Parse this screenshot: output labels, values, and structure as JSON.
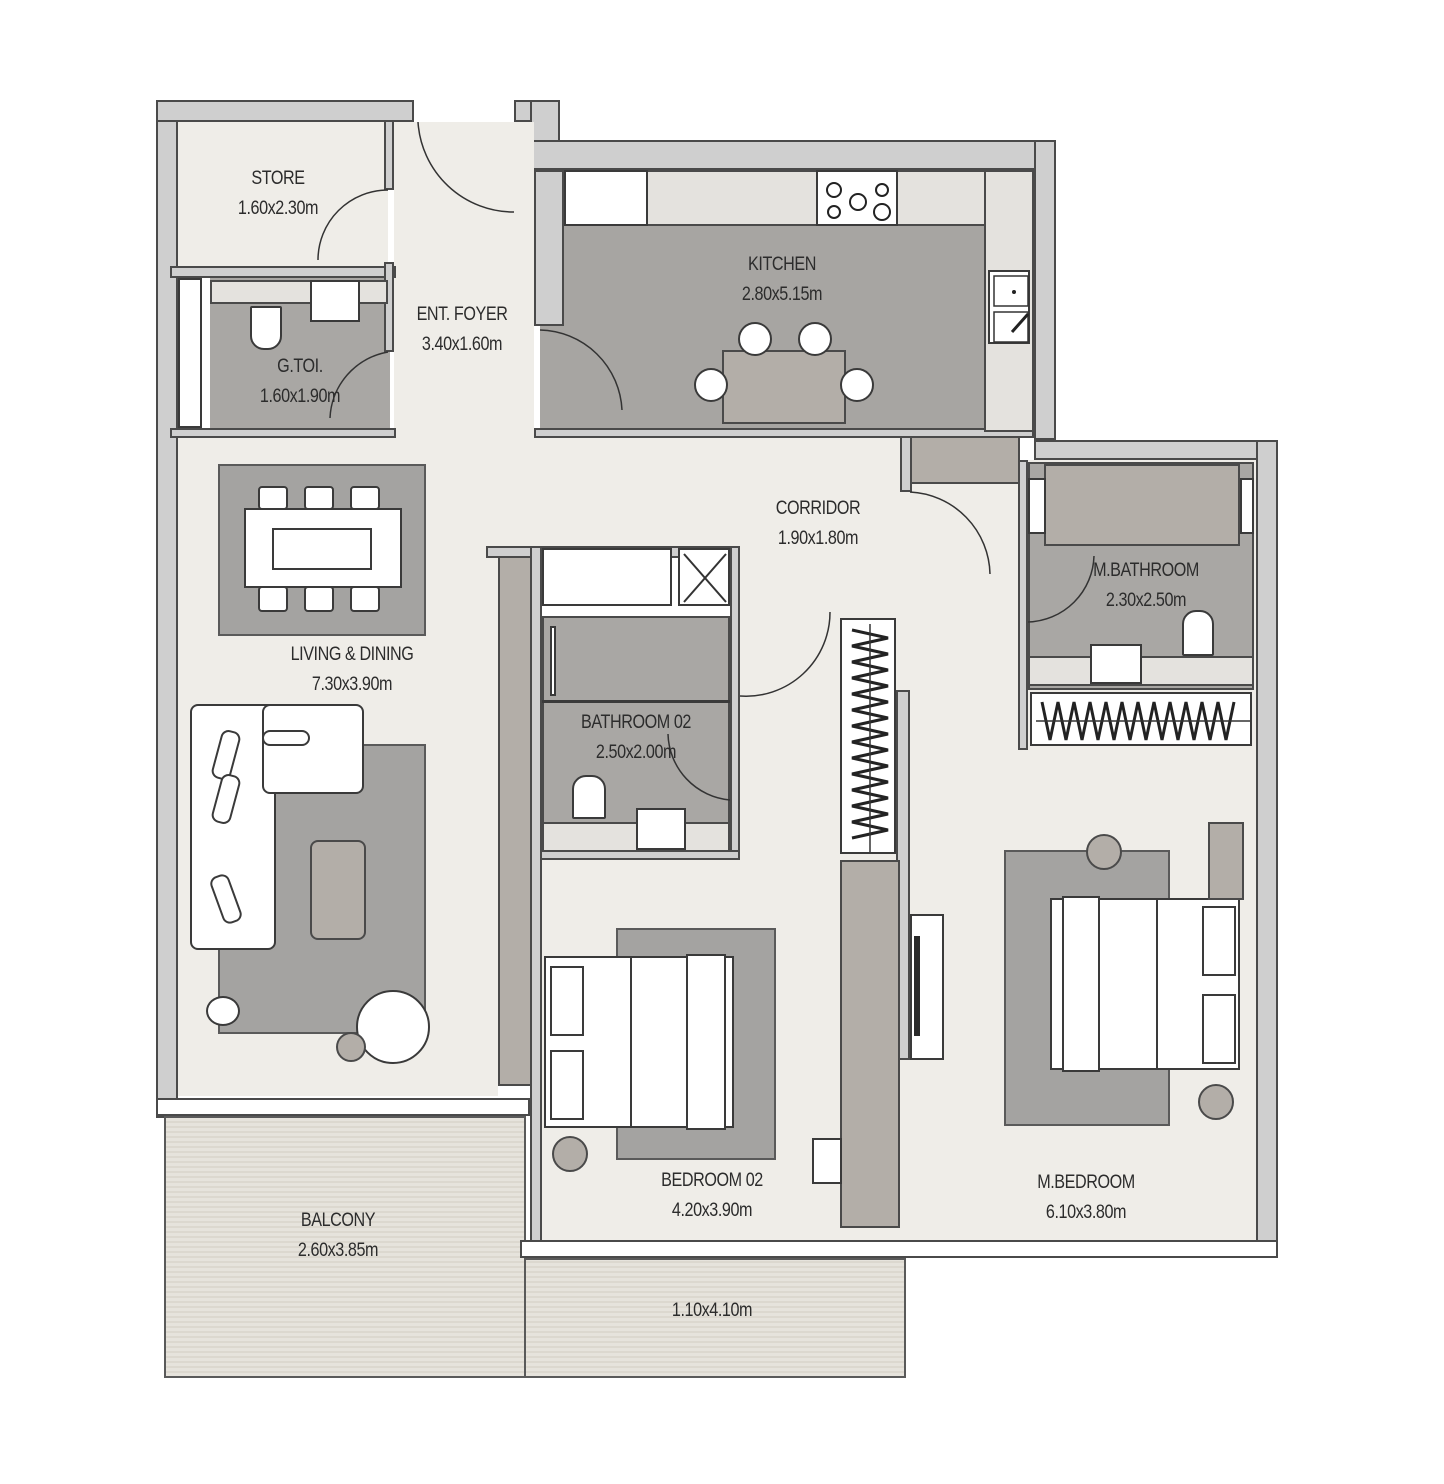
{
  "plan": {
    "type": "apartment-floor-plan",
    "rooms": {
      "store": {
        "name": "STORE",
        "size": "1.60x2.30m"
      },
      "foyer": {
        "name": "ENT. FOYER",
        "size": "3.40x1.60m"
      },
      "gtoilet": {
        "name": "G.TOI.",
        "size": "1.60x1.90m"
      },
      "kitchen": {
        "name": "KITCHEN",
        "size": "2.80x5.15m"
      },
      "corridor": {
        "name": "CORRIDOR",
        "size": "1.90x1.80m"
      },
      "living": {
        "name": "LIVING & DINING",
        "size": "7.30x3.90m"
      },
      "mbathroom": {
        "name": "M.BATHROOM",
        "size": "2.30x2.50m"
      },
      "bathroom02": {
        "name": "BATHROOM 02",
        "size": "2.50x2.00m"
      },
      "bedroom02": {
        "name": "BEDROOM 02",
        "size": "4.20x3.90m"
      },
      "mbedroom": {
        "name": "M.BEDROOM",
        "size": "6.10x3.80m"
      },
      "balcony": {
        "name": "BALCONY",
        "size": "2.60x3.85m"
      },
      "balcony_ext": {
        "name": "",
        "size": "1.10x4.10m"
      }
    },
    "colors": {
      "wall": "#cfcfcf",
      "floor": "#efede8",
      "wet_floor": "#a9a7a4",
      "rug": "#a4a3a1",
      "outline": "#4a4a4a"
    }
  }
}
